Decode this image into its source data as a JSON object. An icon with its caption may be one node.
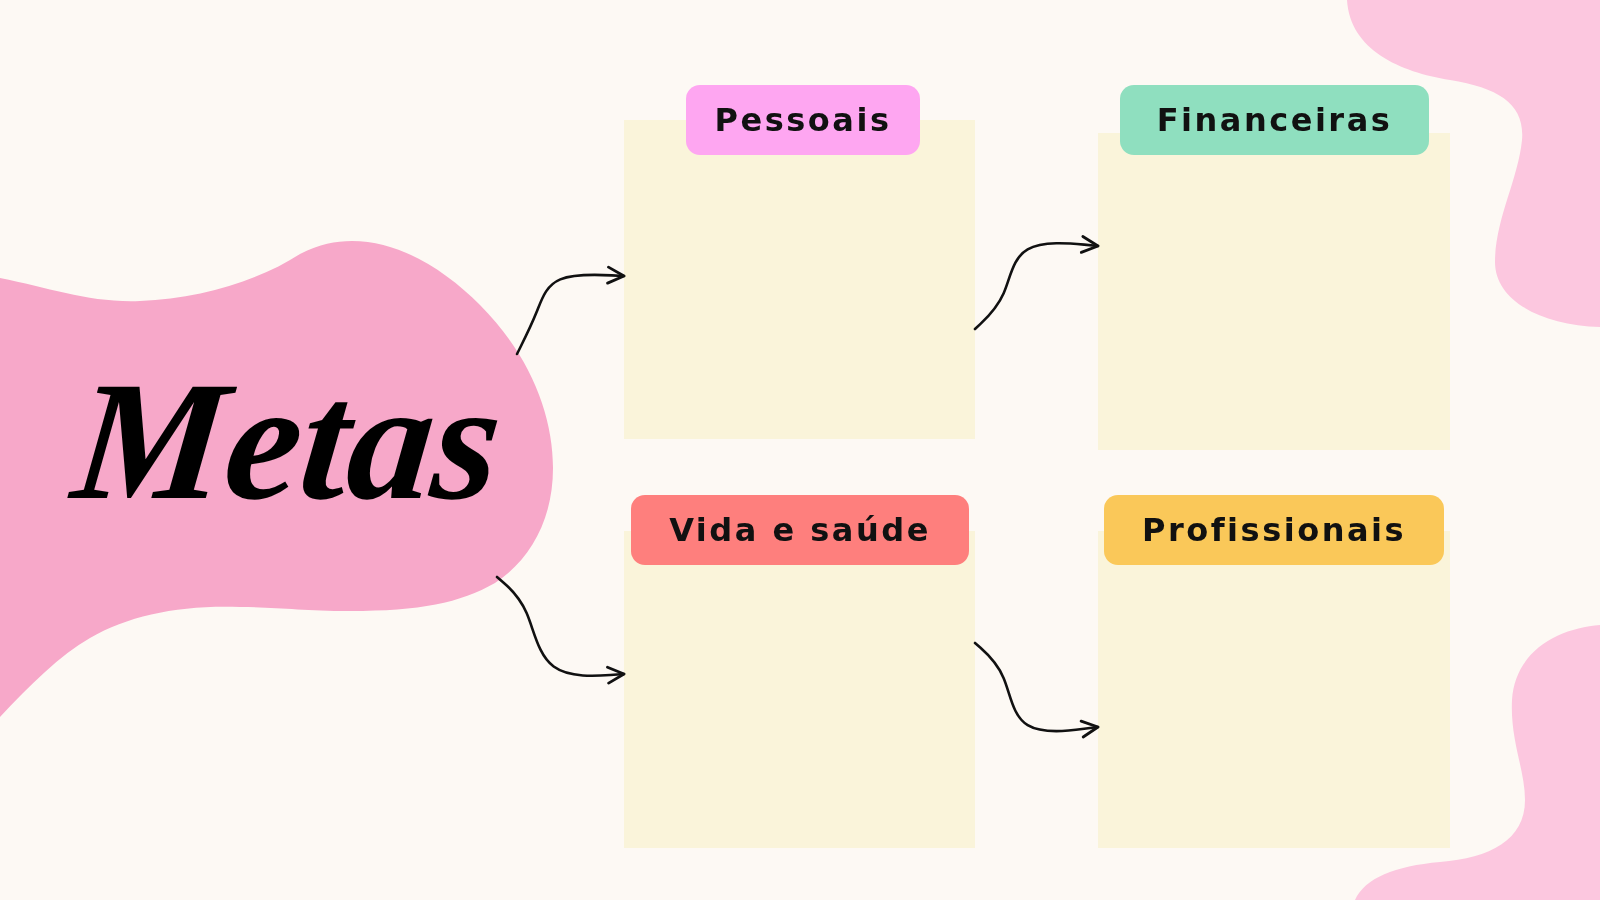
{
  "diagram": {
    "nodes": [
      {
        "text": [
          "Metas"
        ]
      },
      {
        "text": [
          "Pessoais"
        ]
      },
      {
        "text": [
          "Financeiras"
        ]
      },
      {
        "text": [
          "Vida e saúde"
        ]
      },
      {
        "text": [
          "Profissionais"
        ]
      }
    ],
    "edges": [
      {
        "from": 0,
        "to": 1,
        "arrow": "to"
      },
      {
        "from": 0,
        "to": 3,
        "arrow": "to"
      },
      {
        "from": 1,
        "to": 2,
        "arrow": "to"
      },
      {
        "from": 3,
        "to": 4,
        "arrow": "to"
      }
    ]
  }
}
